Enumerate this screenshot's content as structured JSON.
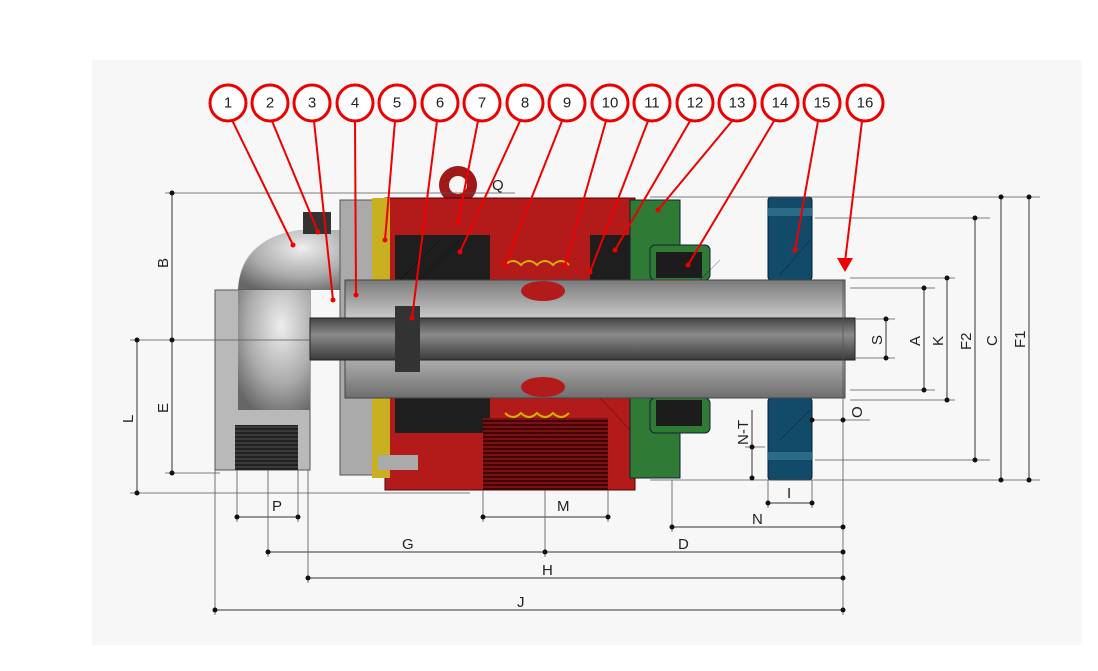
{
  "callouts": [
    "1",
    "2",
    "3",
    "4",
    "5",
    "6",
    "7",
    "8",
    "9",
    "10",
    "11",
    "12",
    "13",
    "14",
    "15",
    "16"
  ],
  "dimensions": {
    "Q": "Q",
    "B": "B",
    "E": "E",
    "L": "L",
    "P": "P",
    "M": "M",
    "N": "N",
    "G": "G",
    "D": "D",
    "H": "H",
    "J": "J",
    "S": "S",
    "A": "A",
    "K": "K",
    "F2": "F2",
    "C": "C",
    "F1": "F1",
    "O": "O",
    "NT": "N-T",
    "I": "I"
  },
  "colors": {
    "callout": "#e00000",
    "housing": "#b01818",
    "seal_green": "#2f7a35",
    "flange_blue": "#124a6a",
    "steel": "#9a9a9a",
    "shaft": "#555555"
  }
}
